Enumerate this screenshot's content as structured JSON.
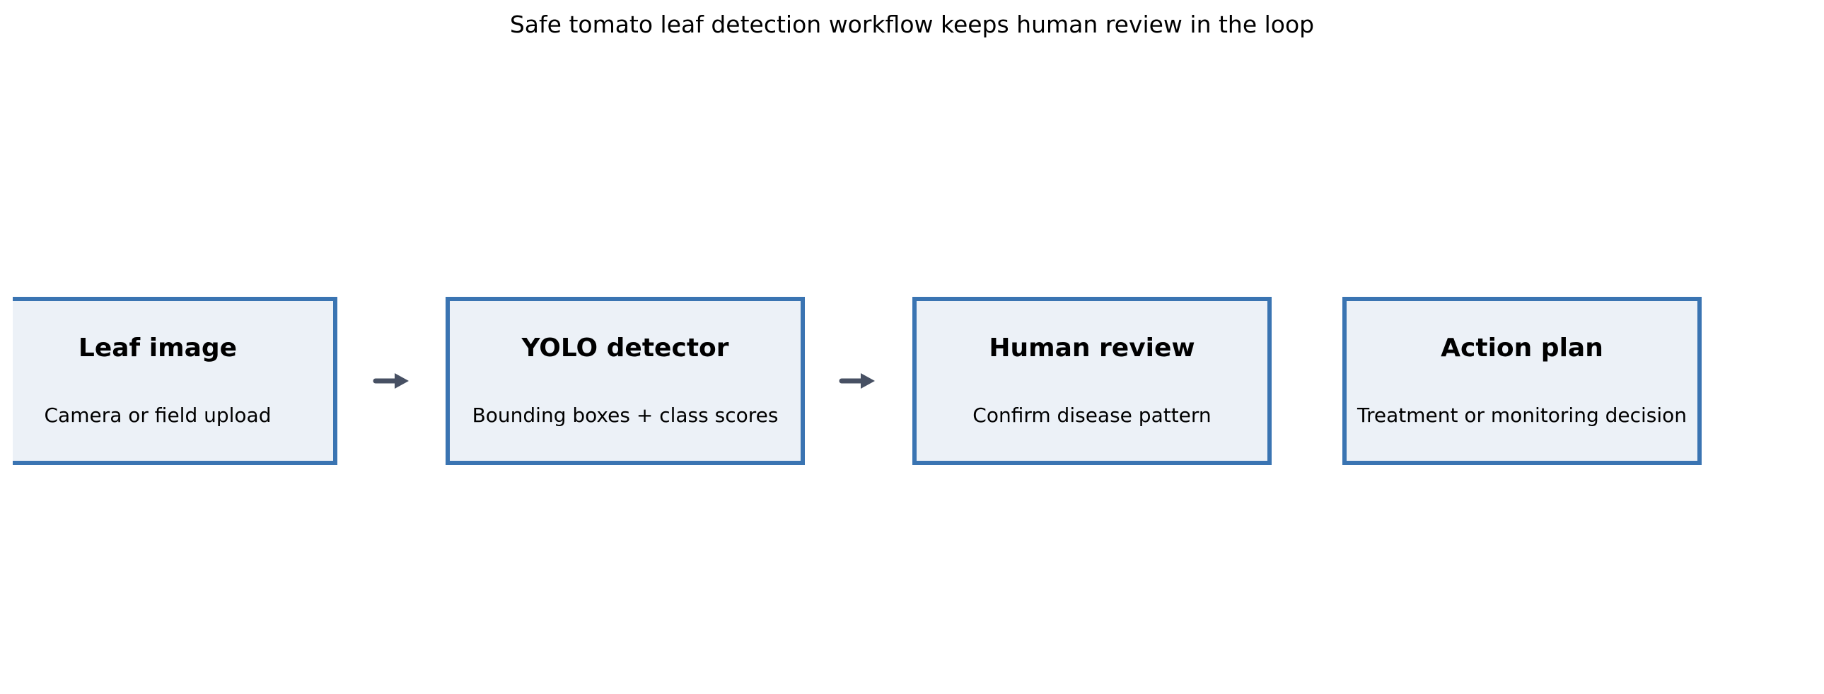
{
  "title": "Safe tomato leaf detection workflow keeps human review in the loop",
  "colors": {
    "background": "#ffffff",
    "box_fill": "#ecf1f7",
    "box_border": "#3a74b2",
    "arrow": "#475063",
    "text": "#000000"
  },
  "diagram": {
    "type": "flowchart",
    "orientation": "left-to-right",
    "nodes": [
      {
        "id": "leaf-image",
        "title": "Leaf image",
        "subtitle": "Camera or field upload"
      },
      {
        "id": "yolo-detector",
        "title": "YOLO detector",
        "subtitle": "Bounding boxes + class scores"
      },
      {
        "id": "human-review",
        "title": "Human review",
        "subtitle": "Confirm disease pattern"
      },
      {
        "id": "action-plan",
        "title": "Action plan",
        "subtitle": "Treatment or monitoring decision"
      }
    ],
    "connectors": [
      {
        "from": "leaf-image",
        "to": "yolo-detector",
        "shape": "right-arrow"
      },
      {
        "from": "yolo-detector",
        "to": "human-review",
        "shape": "right-arrow"
      }
    ]
  }
}
